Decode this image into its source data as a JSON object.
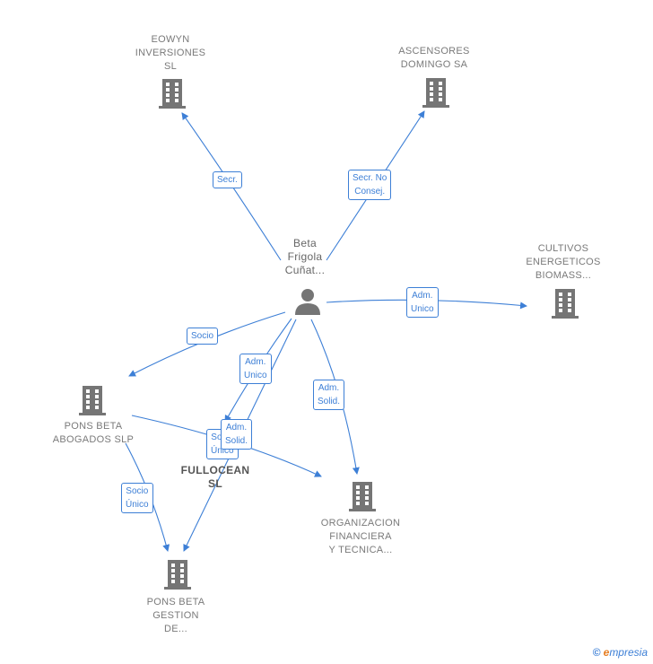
{
  "nodes": {
    "eowyn": {
      "label": "EOWYN\nINVERSIONES\nSL",
      "icon": "building-icon"
    },
    "ascensores": {
      "label": "ASCENSORES\nDOMINGO SA",
      "icon": "building-icon"
    },
    "cultivos": {
      "label": "CULTIVOS\nENERGETICOS\nBIOMASS...",
      "icon": "building-icon"
    },
    "person": {
      "label": "Beta\nFrigola\nCuñat...",
      "icon": "person-icon"
    },
    "pons_abogados": {
      "label": "PONS BETA\nABOGADOS SLP",
      "icon": "building-icon"
    },
    "fullocean": {
      "label": "FULLOCEAN\nSL",
      "icon": "building-icon"
    },
    "organizacion": {
      "label": "ORGANIZACION\nFINANCIERA\nY TECNICA...",
      "icon": "building-icon"
    },
    "pons_gestion": {
      "label": "PONS BETA\nGESTION\nDE...",
      "icon": "building-icon"
    }
  },
  "edges": {
    "secr": "Secr.",
    "secr_no_consej": "Secr.  No\nConsej.",
    "adm_unico_cultivos": "Adm.\nUnico",
    "socio": "Socio",
    "adm_unico_fullocean": "Adm.\nUnico",
    "adm_solid_org": "Adm.\nSolid.",
    "socio_unico_fullocean": "Socio\nÚnico",
    "adm_solid_gestion": "Adm.\nSolid.",
    "socio_unico_gestion": "Socio\nÚnico"
  },
  "colors": {
    "edge": "#3d7fd6",
    "icon": "#757575",
    "accent": "#e67e22"
  },
  "footer": {
    "copyright": "©",
    "brand_first": "e",
    "brand_rest": "mpresia"
  }
}
